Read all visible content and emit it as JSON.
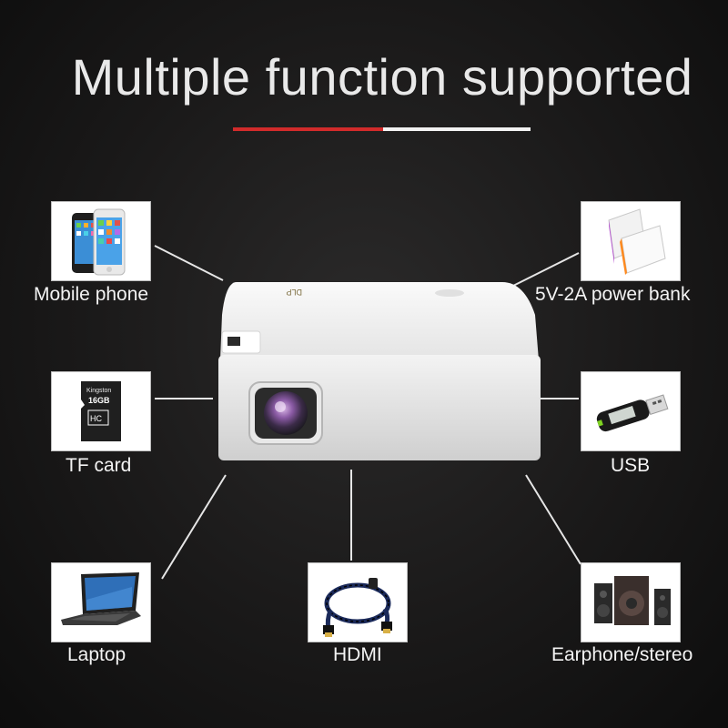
{
  "title": "Multiple function supported",
  "features": [
    {
      "id": "mobile-phone",
      "label": "Mobile phone",
      "icon": "smartphone-icon"
    },
    {
      "id": "power-bank",
      "label": "5V-2A power bank",
      "icon": "power-bank-icon"
    },
    {
      "id": "tf-card",
      "label": "TF card",
      "icon": "sd-card-icon",
      "card_brand": "Kingston",
      "card_capacity": "16GB"
    },
    {
      "id": "usb",
      "label": "USB",
      "icon": "usb-drive-icon"
    },
    {
      "id": "laptop",
      "label": "Laptop",
      "icon": "laptop-icon"
    },
    {
      "id": "hdmi",
      "label": "HDMI",
      "icon": "hdmi-cable-icon"
    },
    {
      "id": "earphone-stereo",
      "label": "Earphone/stereo",
      "icon": "speakers-icon"
    }
  ],
  "projector_logo": "DLP",
  "colors": {
    "accent_red": "#d22b2b",
    "text": "#f3f3f3",
    "background": "#1a1919"
  }
}
